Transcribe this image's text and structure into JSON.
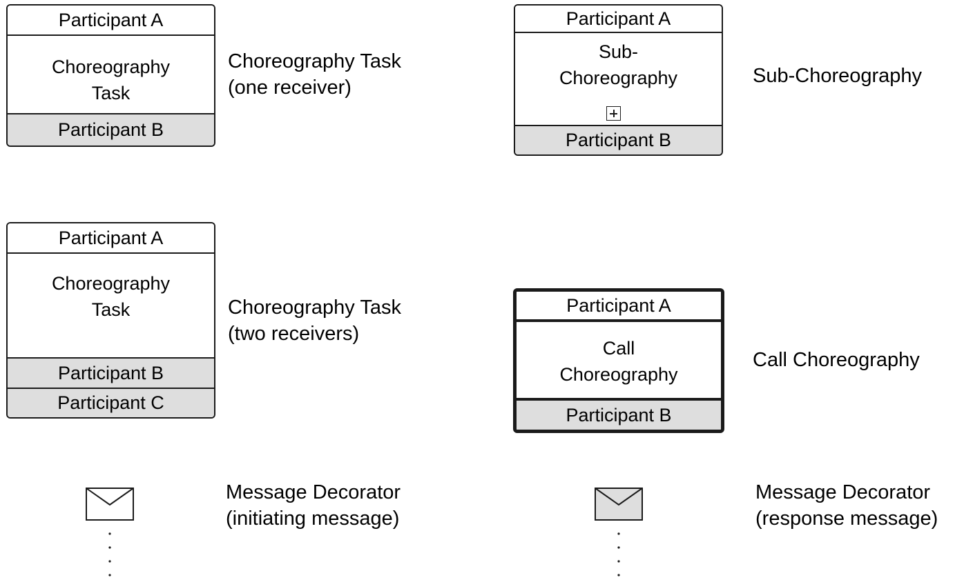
{
  "shapes": {
    "task_one": {
      "initiator": "Participant A",
      "body": [
        "Choreography",
        "Task"
      ],
      "receivers": [
        "Participant B"
      ]
    },
    "task_two": {
      "initiator": "Participant A",
      "body": [
        "Choreography",
        "Task"
      ],
      "receivers": [
        "Participant B",
        "Participant C"
      ]
    },
    "sub_choreography": {
      "initiator": "Participant A",
      "body": [
        "Sub-",
        "Choreography"
      ],
      "marker": "plus-icon",
      "receivers": [
        "Participant B"
      ]
    },
    "call_choreography": {
      "initiator": "Participant A",
      "body": [
        "Call",
        "Choreography"
      ],
      "receivers": [
        "Participant B"
      ]
    }
  },
  "labels": {
    "task_one": [
      "Choreography Task",
      "(one receiver)"
    ],
    "task_two": [
      "Choreography Task",
      "(two receivers)"
    ],
    "sub_choreography": [
      "Sub-Choreography"
    ],
    "call_choreography": [
      "Call Choreography"
    ],
    "message_initiating": [
      "Message Decorator",
      "(initiating message)"
    ],
    "message_response": [
      "Message Decorator",
      "(response message)"
    ]
  },
  "decorators": {
    "initiating": {
      "icon": "envelope-icon",
      "fill": "#ffffff"
    },
    "response": {
      "icon": "envelope-icon",
      "fill": "#dedede"
    }
  },
  "colors": {
    "initiator_band": "#ffffff",
    "receiver_band": "#dedede",
    "stroke": "#1a1a1a"
  }
}
